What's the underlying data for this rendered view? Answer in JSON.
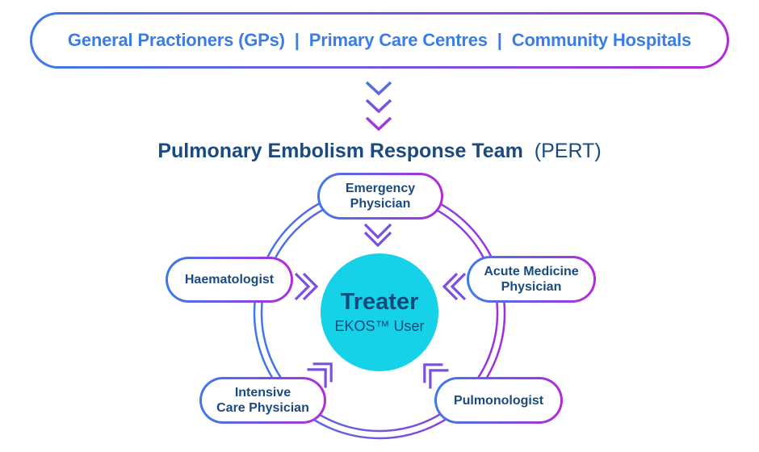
{
  "referral_banner": {
    "segments": [
      "General Practioners (GPs)",
      "Primary Care Centres",
      "Community Hospitals"
    ],
    "separator": "|"
  },
  "title": {
    "bold": "Pulmonary Embolism Response Team",
    "regular": "(PERT)"
  },
  "pert_circle": {
    "center": {
      "heading": "Treater",
      "subheading": "EKOS™ User"
    },
    "members": [
      {
        "name": "Emergency Physician",
        "lines": [
          "Emergency",
          "Physician"
        ],
        "position": "top"
      },
      {
        "name": "Acute Medicine Physician",
        "lines": [
          "Acute Medicine",
          "Physician"
        ],
        "position": "right"
      },
      {
        "name": "Pulmonologist",
        "lines": [
          "Pulmonologist"
        ],
        "position": "bottom-right"
      },
      {
        "name": "Intensive Care Physician",
        "lines": [
          "Intensive",
          "Care Physician"
        ],
        "position": "bottom-left"
      },
      {
        "name": "Haematologist",
        "lines": [
          "Haematologist"
        ],
        "position": "left"
      }
    ]
  },
  "icons": {
    "triple_chevron_down": "⌄⌄⌄ flow arrow from referral sources to PERT",
    "double_chevron_inward": "» arrows pointing from each team member to the Treater",
    "team_ring": "double concentric circle linking the five members"
  },
  "colors": {
    "text_blue": "#3b7de4",
    "gradient_blue": "#3f7ae6",
    "gradient_magenta": "#b42ad8",
    "chevron_violet": "#7a4fe2",
    "navy": "#1a4a7f",
    "cyan": "#16d2e8"
  }
}
